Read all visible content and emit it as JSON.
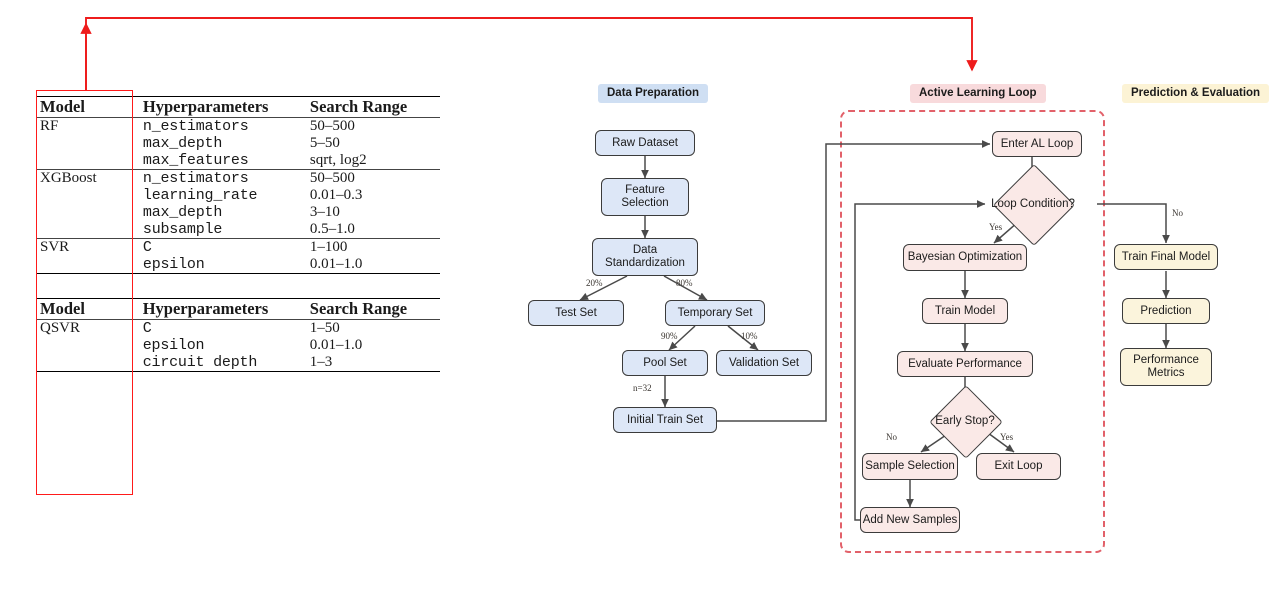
{
  "figure": {
    "kind": "hyperparameter-table-and-active-learning-flowchart"
  },
  "tables": [
    {
      "id": "classical-models",
      "headers": [
        "Model",
        "Hyperparameters",
        "Search Range"
      ],
      "groups": [
        {
          "model": "RF",
          "rows": [
            {
              "hyperparameter": "n_estimators",
              "range": "50–500"
            },
            {
              "hyperparameter": "max_depth",
              "range": "5–50"
            },
            {
              "hyperparameter": "max_features",
              "range": "sqrt, log2"
            }
          ]
        },
        {
          "model": "XGBoost",
          "rows": [
            {
              "hyperparameter": "n_estimators",
              "range": "50–500"
            },
            {
              "hyperparameter": "learning_rate",
              "range": "0.01–0.3"
            },
            {
              "hyperparameter": "max_depth",
              "range": "3–10"
            },
            {
              "hyperparameter": "subsample",
              "range": "0.5–1.0"
            }
          ]
        },
        {
          "model": "SVR",
          "rows": [
            {
              "hyperparameter": "C",
              "range": "1–100"
            },
            {
              "hyperparameter": "epsilon",
              "range": "0.01–1.0"
            }
          ]
        }
      ]
    },
    {
      "id": "quantum-model",
      "headers": [
        "Model",
        "Hyperparameters",
        "Search Range"
      ],
      "groups": [
        {
          "model": "QSVR",
          "rows": [
            {
              "hyperparameter": "C",
              "range": "1–50"
            },
            {
              "hyperparameter": "epsilon",
              "range": "0.01–1.0"
            },
            {
              "hyperparameter": "circuit depth",
              "range": "1–3"
            }
          ]
        }
      ]
    }
  ],
  "annotation": {
    "highlight_color": "#ff1a1a",
    "arrow_color": "#ee1c1c",
    "description": "red-callout-from-active-learning-loop-to-model-column"
  },
  "flowchart": {
    "sections": [
      {
        "id": "data-preparation",
        "label": "Data Preparation",
        "color": "#cfdff3"
      },
      {
        "id": "active-learning-loop",
        "label": "Active Learning Loop",
        "color": "#f8dadc"
      },
      {
        "id": "prediction-evaluation",
        "label": "Prediction & Evaluation",
        "color": "#fcf3d5"
      }
    ],
    "nodes": {
      "raw_dataset": "Raw Dataset",
      "feature_selection": "Feature\nSelection",
      "feature_selection_l1": "Feature",
      "feature_selection_l2": "Selection",
      "data_standardization_l1": "Data",
      "data_standardization_l2": "Standardization",
      "test_set": "Test Set",
      "temporary_set": "Temporary Set",
      "pool_set": "Pool Set",
      "validation_set": "Validation Set",
      "initial_train_set": "Initial Train Set",
      "enter_al_loop": "Enter AL Loop",
      "loop_condition": "Loop Condition?",
      "bayesian_optimization": "Bayesian Optimization",
      "train_model": "Train Model",
      "evaluate_performance": "Evaluate Performance",
      "early_stop": "Early Stop?",
      "sample_selection": "Sample Selection",
      "exit_loop": "Exit Loop",
      "add_new_samples": "Add New Samples",
      "train_final_model": "Train Final Model",
      "prediction": "Prediction",
      "performance_metrics_l1": "Performance",
      "performance_metrics_l2": "Metrics"
    },
    "edge_labels": {
      "split_test": "20%",
      "split_temporary": "80%",
      "split_pool": "90%",
      "split_validation": "10%",
      "initial_n": "n=32",
      "loop_yes": "Yes",
      "loop_no": "No",
      "early_no": "No",
      "early_yes": "Yes"
    }
  }
}
